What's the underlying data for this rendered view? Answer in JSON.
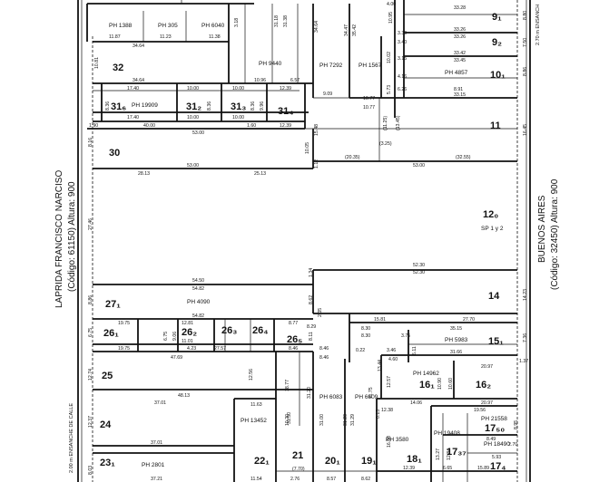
{
  "streets": {
    "left": {
      "name": "LAPRIDA FRANCISCO NARCISO",
      "code": "(Código: 61150) Altura: 900"
    },
    "right": {
      "name": "BUENOS AIRES",
      "code": "(Código: 32450) Altura: 900"
    },
    "ensanche_left": "2.00 m ENSANCHE DE CALLE",
    "ensanche_right": "2.70 m ENSANCH"
  },
  "plots": [
    {
      "id": "32",
      "label": "32"
    },
    {
      "id": "31-6",
      "label": "31₆"
    },
    {
      "id": "31-2",
      "label": "31₂"
    },
    {
      "id": "31-3",
      "label": "31₃"
    },
    {
      "id": "31-4",
      "label": "31₄"
    },
    {
      "id": "30",
      "label": "30"
    },
    {
      "id": "27-1",
      "label": "27₁"
    },
    {
      "id": "26-1",
      "label": "26₁"
    },
    {
      "id": "26-2",
      "label": "26₂"
    },
    {
      "id": "26-3",
      "label": "26₃"
    },
    {
      "id": "26-4",
      "label": "26₄"
    },
    {
      "id": "26-5",
      "label": "26₅"
    },
    {
      "id": "25",
      "label": "25"
    },
    {
      "id": "24",
      "label": "24"
    },
    {
      "id": "23-1",
      "label": "23₁"
    },
    {
      "id": "22-1",
      "label": "22₁"
    },
    {
      "id": "21",
      "label": "21"
    },
    {
      "id": "20-1",
      "label": "20₁"
    },
    {
      "id": "19-1",
      "label": "19₁"
    },
    {
      "id": "18-1",
      "label": "18₁"
    },
    {
      "id": "17-37",
      "label": "17₃₇"
    },
    {
      "id": "17-50",
      "label": "17₅₀"
    },
    {
      "id": "17-4",
      "label": "17₄"
    },
    {
      "id": "16-1",
      "label": "16₁"
    },
    {
      "id": "16-2",
      "label": "16₂"
    },
    {
      "id": "15-1",
      "label": "15₁"
    },
    {
      "id": "14",
      "label": "14"
    },
    {
      "id": "12-0",
      "label": "12₀"
    },
    {
      "id": "11",
      "label": "11"
    },
    {
      "id": "10-1",
      "label": "10₁"
    },
    {
      "id": "9-1",
      "label": "9₁"
    },
    {
      "id": "9-2",
      "label": "9₂"
    }
  ],
  "ph_labels": [
    "PH 1388",
    "PH 305",
    "PH 6040",
    "PH 9440",
    "PH 7292",
    "PH 1567",
    "PH 4857",
    "PH 19909",
    "PH 4090",
    "PH 5983",
    "PH 14962",
    "PH 13452",
    "PH 6083",
    "PH 6609",
    "PH 3580",
    "PH 21558",
    "PH 19408",
    "PH 18490",
    "PH 2801",
    "SP 1 y 2"
  ],
  "dimensions": {
    "d01": "11.87",
    "d02": "11.23",
    "d03": "11.38",
    "d04": "34.64",
    "d05": "34.64",
    "d06": "10.96",
    "d07": "6.57",
    "d08": "17.40",
    "d09": "17.40",
    "d10": "10.00",
    "d11": "10.00",
    "d12": "10.00",
    "d13": "10.00",
    "d14": "12.39",
    "d15": "12.39",
    "d16": "40.00",
    "d17": "1.90",
    "d18": "1.60",
    "d19": "53.00",
    "d20": "53.00",
    "d21": "28.13",
    "d22": "25.13",
    "d23": "53.00",
    "d24": "(20.35)",
    "d25": "(32.55)",
    "d26": "52.30",
    "d27": "52.30",
    "d28": "54.50",
    "d29": "54.82",
    "d30": "54.82",
    "d31": "19.75",
    "d32": "19.75",
    "d33": "12.81",
    "d34": "11.01",
    "d35": "4.23",
    "d36": "27.57",
    "d37": "8.77",
    "d38": "8.46",
    "d39": "8.46",
    "d40": "8.46",
    "d41": "47.69",
    "d42": "48.13",
    "d43": "37.01",
    "d44": "37.01",
    "d45": "37.21",
    "d46": "11.63",
    "d47": "11.54",
    "d48": "2.76",
    "d49": "(7.70)",
    "d50": "8.57",
    "d51": "8.62",
    "d52": "15.81",
    "d53": "8.30",
    "d54": "35.15",
    "d55": "31.66",
    "d56": "27.70",
    "d57": "3.46",
    "d58": "4.60",
    "d59": "12.38",
    "d60": "14.06",
    "d61": "20.97",
    "d62": "20.97",
    "d63": "19.56",
    "d64": "12.39",
    "d65": "8.49",
    "d66": "6.65",
    "d67": "15.89",
    "d68": "33.28",
    "d69": "33.26",
    "d70": "33.26",
    "d71": "33.42",
    "d72": "33.45",
    "d73": "33.15",
    "d74": "10.77",
    "d75": "10.77",
    "d76": "9.09",
    "d77": "8.91",
    "d78": "16.45",
    "d79": "14.23",
    "d80": "7.36",
    "d81": "8.80",
    "d82": "8.86",
    "d83": "7.50",
    "d84": "27.46",
    "d85": "8.16",
    "d86": "8.86",
    "d87": "6.75",
    "d88": "12.74",
    "d89": "12.37",
    "d90": "8.03",
    "d91": "10.81",
    "d92": "3.18",
    "d93": "31.18",
    "d94": "31.38",
    "d95": "34.64",
    "d96": "34.47",
    "d97": "35.42",
    "d98": "10.02",
    "d99": "10.95",
    "d100": "9.96",
    "d101": "15.48",
    "d102": "10.05",
    "d103": "1.12",
    "d104": "1.34",
    "d105": "8.62",
    "d106": "2.35",
    "d107": "8.11",
    "d108": "12.56",
    "d109": "18.77",
    "d110": "10.20",
    "d111": "31.20",
    "d112": "31.20",
    "d113": "31.00",
    "d114": "31.50",
    "d115": "31.29",
    "d116": "0.22",
    "d117": "12.57",
    "d118": "13.44",
    "d119": "11.75",
    "d120": "16.00",
    "d121": "10.90",
    "d122": "10.60",
    "d123": "0.13",
    "d124": "(11.25)",
    "d125": "(13.45)",
    "d126": "(3.25)",
    "d127": "8.36",
    "d128": "8.36",
    "d129": "8.36",
    "d130": "8.30",
    "d131": "9.06",
    "d132": "6.11",
    "d133": "13.27",
    "d134": "12.84",
    "d135": "1.37",
    "d136": "8.95",
    "d137": "3.75",
    "d138": "2.70",
    "d139": "4.00",
    "d140": "5.73",
    "d141": "4.16",
    "d142": "3.15",
    "d143": "3.39",
    "d144": "3.40",
    "d145": "6.26",
    "d146": "8.29",
    "d147": "6.75",
    "d148": "5.93"
  }
}
